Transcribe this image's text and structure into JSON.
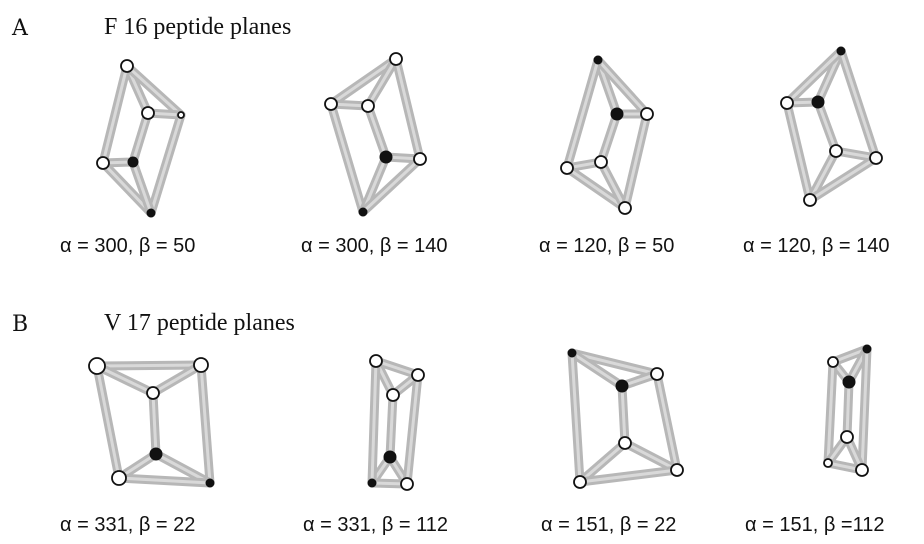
{
  "sections": [
    {
      "letter": "A",
      "title": "F 16 peptide planes",
      "panels": [
        {
          "caption": "α = 300, β = 50"
        },
        {
          "caption": "α = 300, β = 140"
        },
        {
          "caption": "α = 120, β = 50"
        },
        {
          "caption": "α = 120, β = 140"
        }
      ]
    },
    {
      "letter": "B",
      "title": "V 17 peptide planes",
      "panels": [
        {
          "caption": "α = 331, β = 22"
        },
        {
          "caption": "α = 331, β = 112"
        },
        {
          "caption": "α = 151, β = 22"
        },
        {
          "caption": "α = 151, β =112"
        }
      ]
    }
  ]
}
